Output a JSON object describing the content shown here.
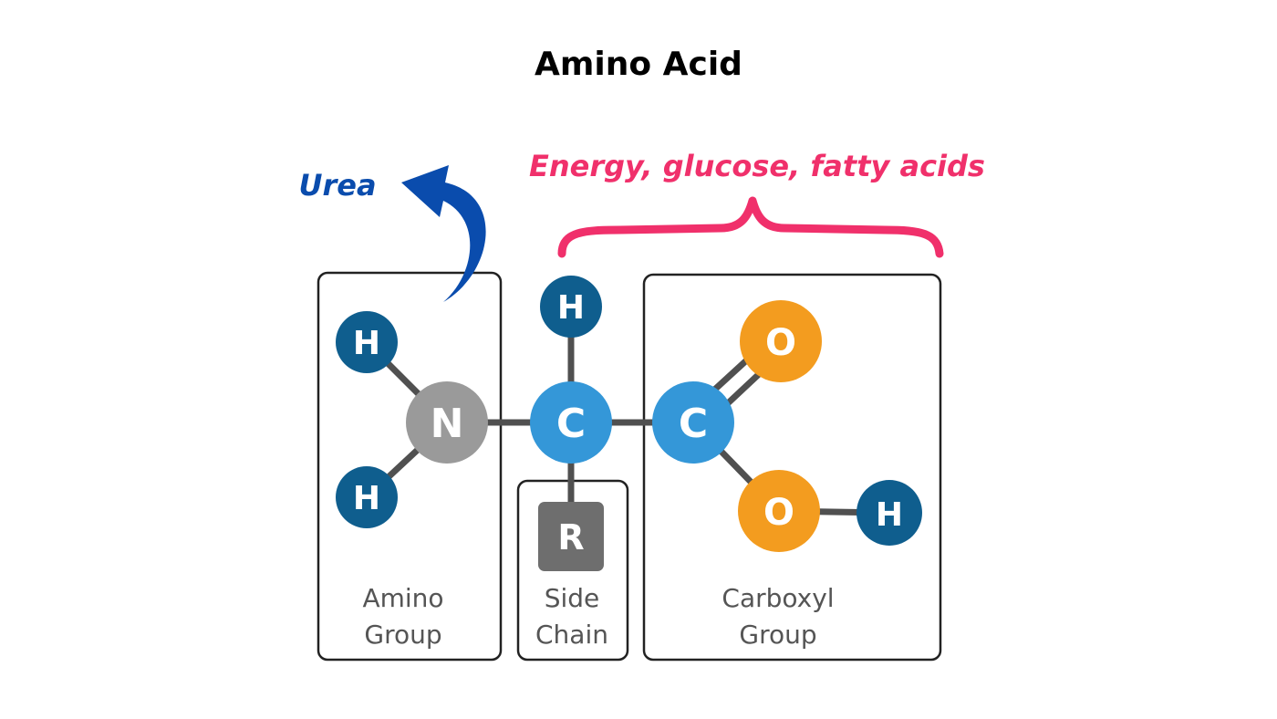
{
  "title": "Amino Acid",
  "annotations": {
    "urea": "Urea",
    "energy": "Energy, glucose, fatty acids"
  },
  "atoms": {
    "h_amino_top": "H",
    "h_amino_bottom": "H",
    "n": "N",
    "h_alpha": "H",
    "c_alpha": "C",
    "c_carboxyl": "C",
    "o_double": "O",
    "o_single": "O",
    "h_hydroxyl": "H",
    "r": "R"
  },
  "groups": {
    "amino_line1": "Amino",
    "amino_line2": "Group",
    "side_line1": "Side",
    "side_line2": "Chain",
    "carboxyl_line1": "Carboxyl",
    "carboxyl_line2": "Group"
  },
  "colors": {
    "hydrogen": "#0f5e8e",
    "nitrogen": "#9a9a9a",
    "carbon": "#3497d8",
    "oxygen": "#f39c1f",
    "side_chain": "#6e6e6e",
    "bond": "#505050",
    "urea_arrow": "#0a4cad",
    "energy_brace": "#f0306b"
  }
}
